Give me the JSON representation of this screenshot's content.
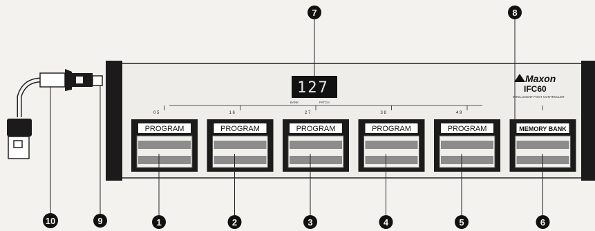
{
  "device": {
    "brand": "Maxon",
    "model": "IFC60",
    "subtitle": "INTELLIGENT FOOT CONTROLLER",
    "display_value": "127",
    "display_labels": [
      "BANK",
      "PATCH"
    ]
  },
  "switches": [
    {
      "label": "PROGRAM",
      "bank_numbers": "0 5"
    },
    {
      "label": "PROGRAM",
      "bank_numbers": "1 6"
    },
    {
      "label": "PROGRAM",
      "bank_numbers": "2 7"
    },
    {
      "label": "PROGRAM",
      "bank_numbers": "3 8"
    },
    {
      "label": "PROGRAM",
      "bank_numbers": "4 9"
    },
    {
      "label": "MEMORY BANK",
      "bank_numbers": ""
    }
  ],
  "callouts": [
    "1",
    "2",
    "3",
    "4",
    "5",
    "6",
    "7",
    "8",
    "9",
    "10"
  ]
}
